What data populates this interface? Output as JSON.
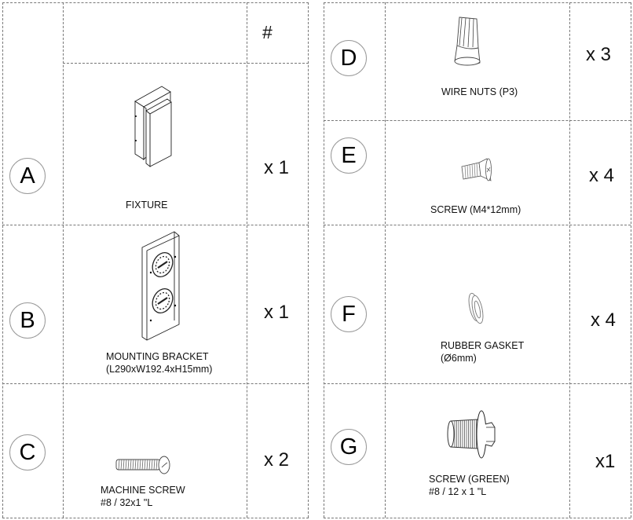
{
  "header": {
    "qty_column_label": "#"
  },
  "parts": [
    {
      "letter": "A",
      "name": "FIXTURE",
      "spec": "",
      "quantity": "x 1",
      "icon": "fixture-icon"
    },
    {
      "letter": "B",
      "name": "MOUNTING  BRACKET",
      "spec": "(L290xW192.4xH15mm)",
      "quantity": "x 1",
      "icon": "mounting-bracket-icon"
    },
    {
      "letter": "C",
      "name": "MACHINE SCREW",
      "spec": "#8 / 32x1 \"L",
      "quantity": "x 2",
      "icon": "machine-screw-icon"
    },
    {
      "letter": "D",
      "name": "WIRE NUTS (P3)",
      "spec": "",
      "quantity": "x 3",
      "icon": "wire-nut-icon"
    },
    {
      "letter": "E",
      "name": "SCREW  (M4*12mm)",
      "spec": "",
      "quantity": "x 4",
      "icon": "flat-head-screw-icon"
    },
    {
      "letter": "F",
      "name": "RUBBER GASKET",
      "spec": "(Ø6mm)",
      "quantity": "x 4",
      "icon": "rubber-gasket-icon"
    },
    {
      "letter": "G",
      "name": "SCREW (GREEN)",
      "spec": "#8 / 12 x 1 \"L",
      "quantity": "x1",
      "icon": "ground-screw-icon"
    }
  ],
  "colors": {
    "grid_line": "#777777",
    "text": "#111111",
    "circle_border": "#999999"
  }
}
